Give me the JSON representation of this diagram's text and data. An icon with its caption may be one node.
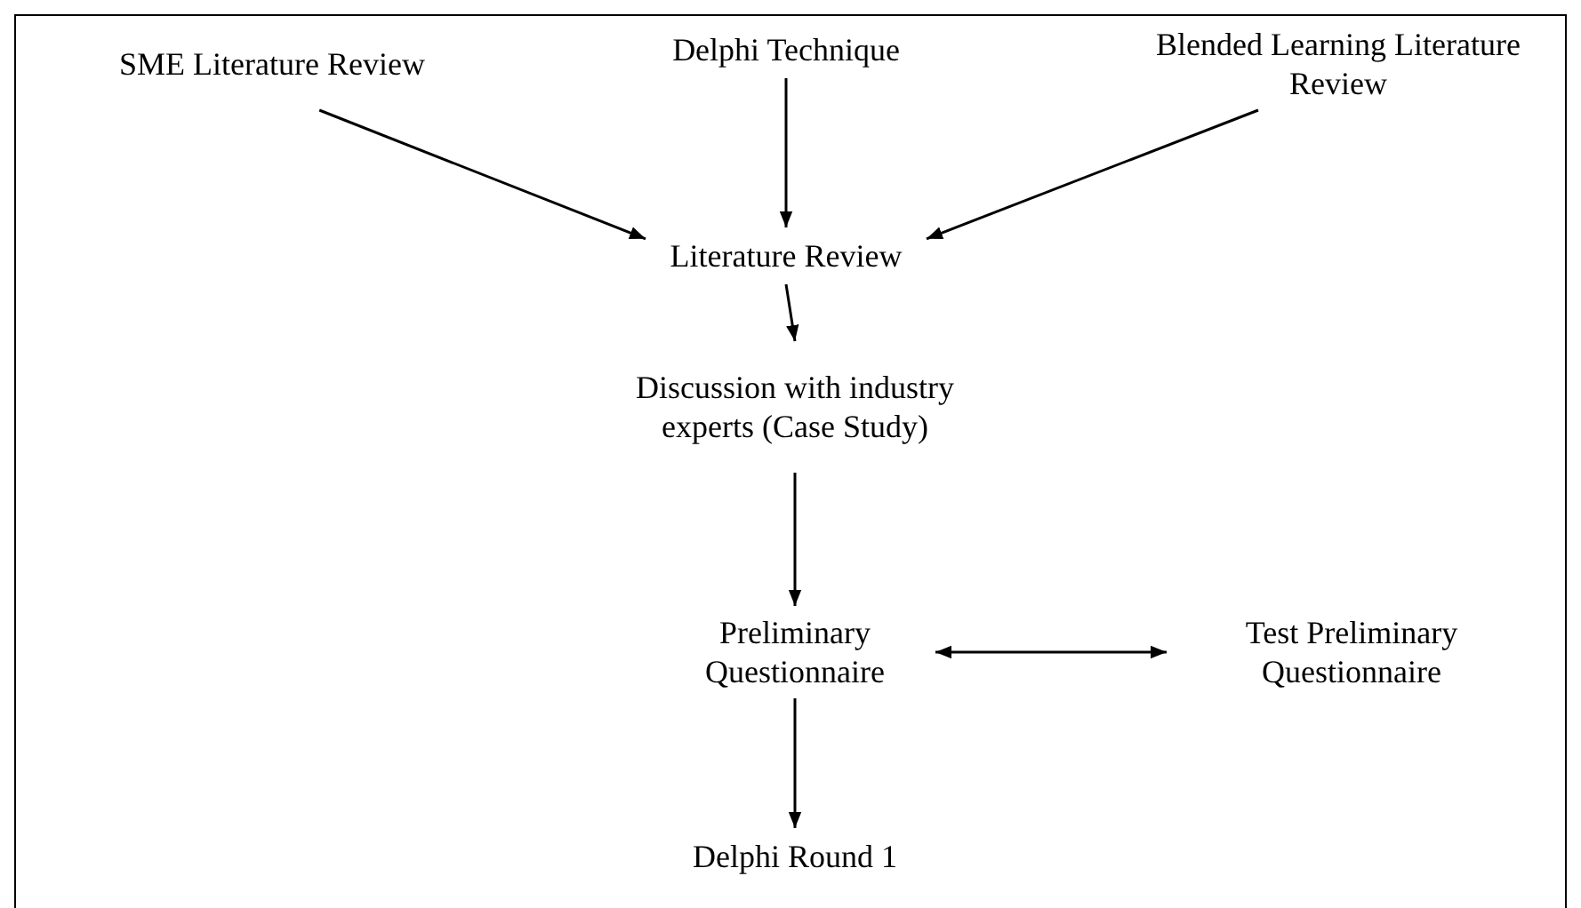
{
  "diagram": {
    "nodes": [
      {
        "text": [
          "SME Literature Review"
        ]
      },
      {
        "text": [
          "Delphi Technique"
        ]
      },
      {
        "text": [
          "Blended Learning Literature Review"
        ]
      },
      {
        "text": [
          "Literature Review"
        ]
      },
      {
        "text": [
          "Discussion with industry experts (Case Study)"
        ]
      },
      {
        "text": [
          "Preliminary Questionnaire"
        ]
      },
      {
        "text": [
          "Test Preliminary Questionnaire"
        ]
      },
      {
        "text": [
          "Delphi Round 1"
        ]
      }
    ],
    "edges": [
      {
        "from": 0,
        "to": 3,
        "arrow": "to"
      },
      {
        "from": 1,
        "to": 3,
        "arrow": "to"
      },
      {
        "from": 2,
        "to": 3,
        "arrow": "to"
      },
      {
        "from": 3,
        "to": 4,
        "arrow": "to"
      },
      {
        "from": 4,
        "to": 5,
        "arrow": "to"
      },
      {
        "from": 5,
        "to": 6,
        "arrow": "both"
      },
      {
        "from": 5,
        "to": 7,
        "arrow": "to"
      }
    ]
  }
}
